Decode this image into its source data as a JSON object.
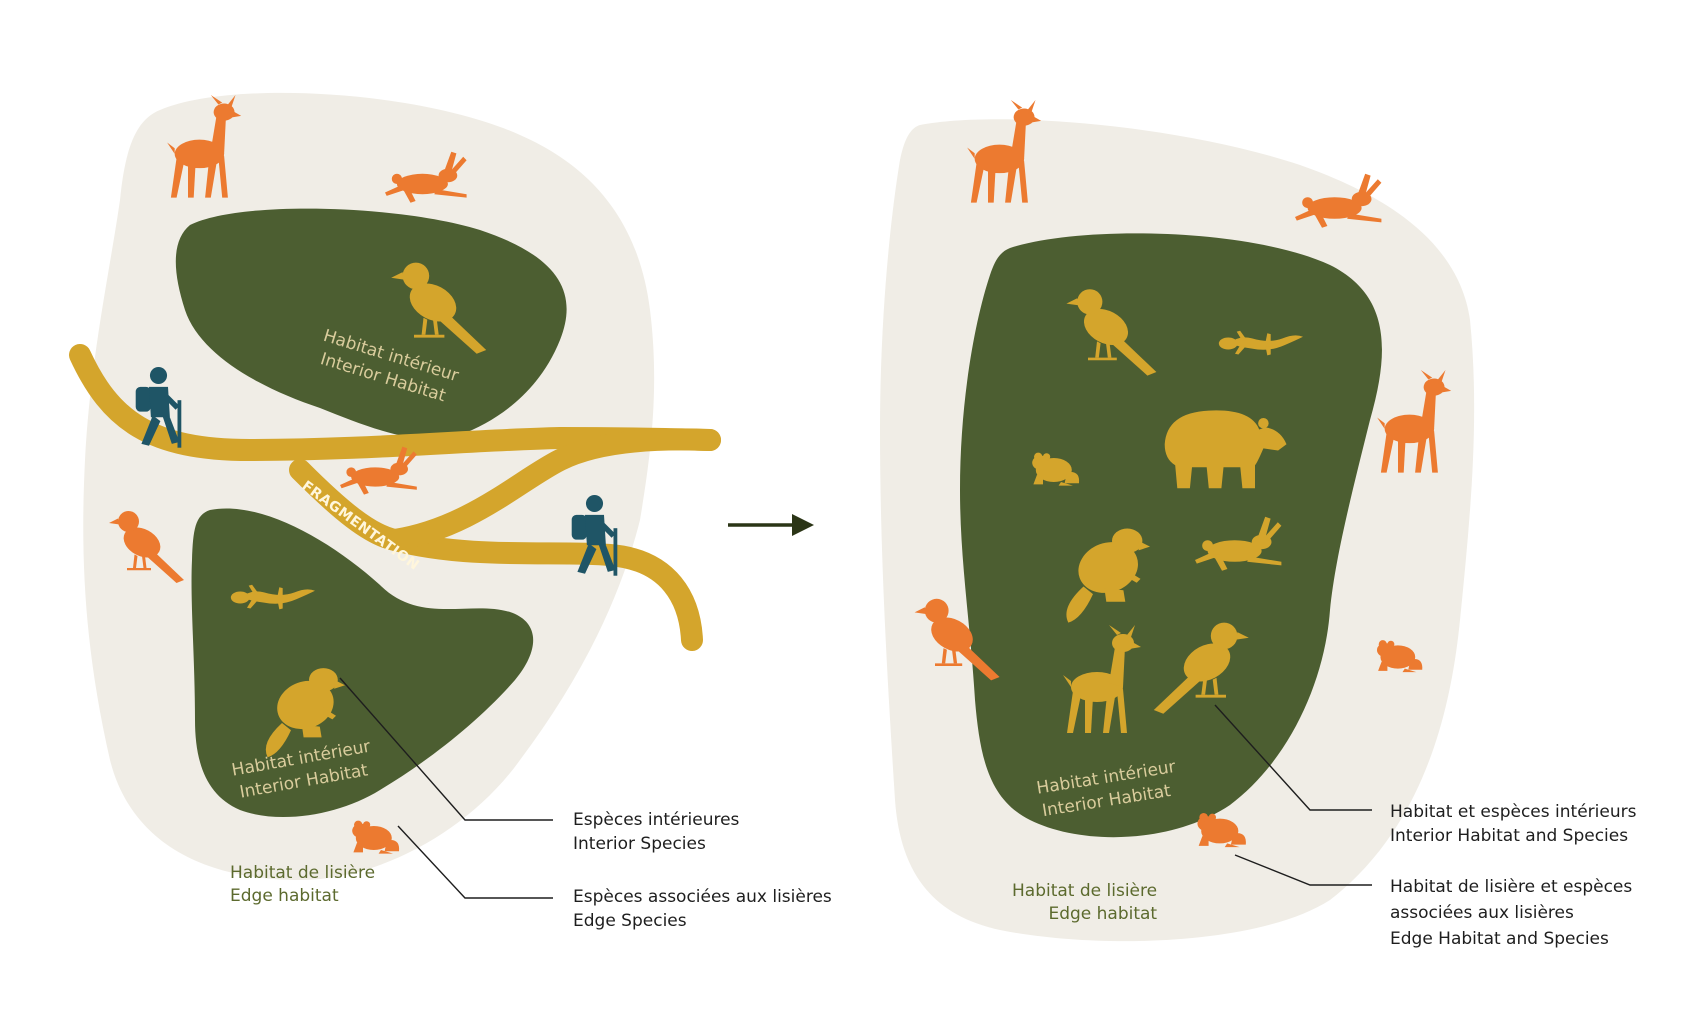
{
  "colors": {
    "edge_zone": "#f0ede6",
    "interior": "#4c5e31",
    "interior_species": "#d4a52c",
    "edge_species": "#ec7a30",
    "trail": "#d4a52c",
    "hiker": "#1f5566",
    "interior_text": "#d9cc9c",
    "edge_text": "#5c6a2e",
    "arrow": "#2b3516",
    "leader": "#1e1e1e"
  },
  "left_panel": {
    "interior_label_top": {
      "fr": "Habitat intérieur",
      "en": "Interior Habitat"
    },
    "interior_label_bottom": {
      "fr": "Habitat intérieur",
      "en": "Interior Habitat"
    },
    "trail_label": "FRAGMENTATION",
    "edge_label": {
      "fr": "Habitat de lisière",
      "en": "Edge habitat"
    },
    "interior_species_icons": [
      "bird-icon",
      "salamander-icon",
      "beaver-icon"
    ],
    "edge_species_icons": [
      "deer-icon",
      "hare-icon",
      "hare-icon",
      "bird-icon",
      "frog-icon"
    ],
    "hiker_icons": [
      "hiker-icon",
      "hiker-icon"
    ]
  },
  "right_panel": {
    "interior_label": {
      "fr": "Habitat intérieur",
      "en": "Interior Habitat"
    },
    "edge_label": {
      "fr": "Habitat de lisière",
      "en": "Edge habitat"
    },
    "interior_species_icons": [
      "bird-icon",
      "salamander-icon",
      "frog-icon",
      "bear-icon",
      "beaver-icon",
      "hare-icon",
      "deer-icon",
      "bird-icon"
    ],
    "edge_species_icons": [
      "deer-icon",
      "hare-icon",
      "deer-icon",
      "bird-icon",
      "frog-icon",
      "frog-icon"
    ]
  },
  "arrow_icon": "arrow-right-icon",
  "legend": {
    "left_interior": {
      "fr": "Espèces intérieures",
      "en": "Interior Species"
    },
    "left_edge": {
      "fr": "Espèces associées aux lisières",
      "en": "Edge Species"
    },
    "right_interior": {
      "fr": "Habitat et espèces intérieurs",
      "en": "Interior Habitat and Species"
    },
    "right_edge": {
      "fr_line1": "Habitat de lisière et espèces",
      "fr_line2": "associées aux lisières",
      "en": "Edge Habitat and Species"
    }
  }
}
